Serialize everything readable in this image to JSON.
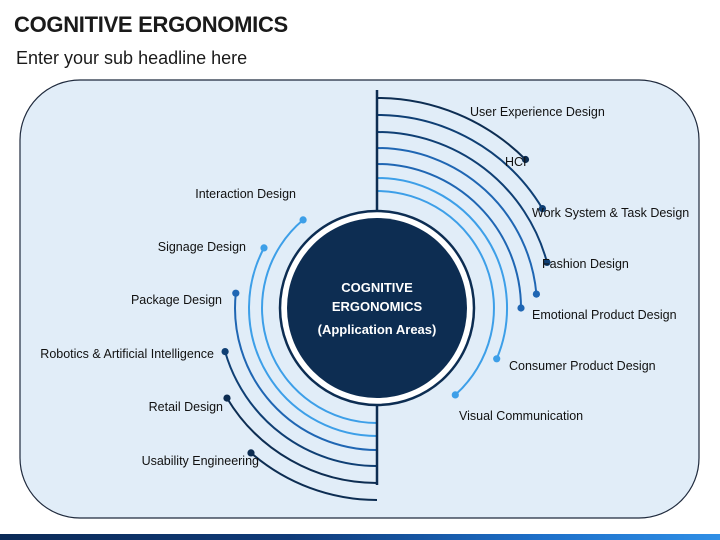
{
  "title": "COGNITIVE ERGONOMICS",
  "subtitle": "Enter your sub headline here",
  "center": {
    "line1": "COGNITIVE",
    "line2": "ERGONOMICS",
    "line3": "(Application Areas)"
  },
  "right_items": [
    {
      "label": "User Experience Design"
    },
    {
      "label": "HCI"
    },
    {
      "label": "Work System & Task Design"
    },
    {
      "label": "Fashion Design"
    },
    {
      "label": "Emotional Product Design"
    },
    {
      "label": "Consumer Product Design"
    },
    {
      "label": "Visual Communication"
    }
  ],
  "left_items": [
    {
      "label": "Interaction Design"
    },
    {
      "label": "Signage Design"
    },
    {
      "label": "Package Design"
    },
    {
      "label": "Robotics & Artificial Intelligence"
    },
    {
      "label": "Retail Design"
    },
    {
      "label": "Usability Engineering"
    }
  ],
  "colors": {
    "panel_bg": "#e1edf8",
    "panel_border": "#1f2a3d",
    "dark_navy": "#0d2d52",
    "navy": "#0f3f74",
    "blue": "#1f66b3",
    "light_blue": "#3d9fe8"
  }
}
